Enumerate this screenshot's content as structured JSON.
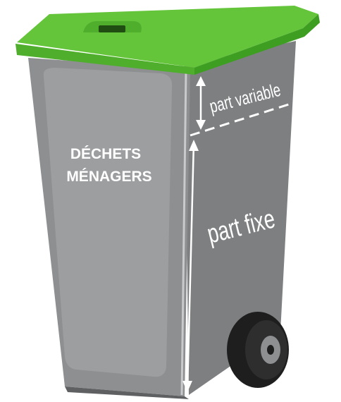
{
  "labels": {
    "front_line1": "DÉCHETS",
    "front_line2": "MÉNAGERS",
    "part_variable": "part variable",
    "part_fixe": "part fixe"
  },
  "colors": {
    "lid": "#5fc236",
    "lid_dark": "#3e9e22",
    "body": "#8a8c8e",
    "body_light": "#a3a5a7",
    "body_dark": "#6f7173",
    "wheel": "#222222",
    "text": "#ffffff"
  },
  "icons": [
    "double-arrow-icon",
    "dashed-divider"
  ]
}
